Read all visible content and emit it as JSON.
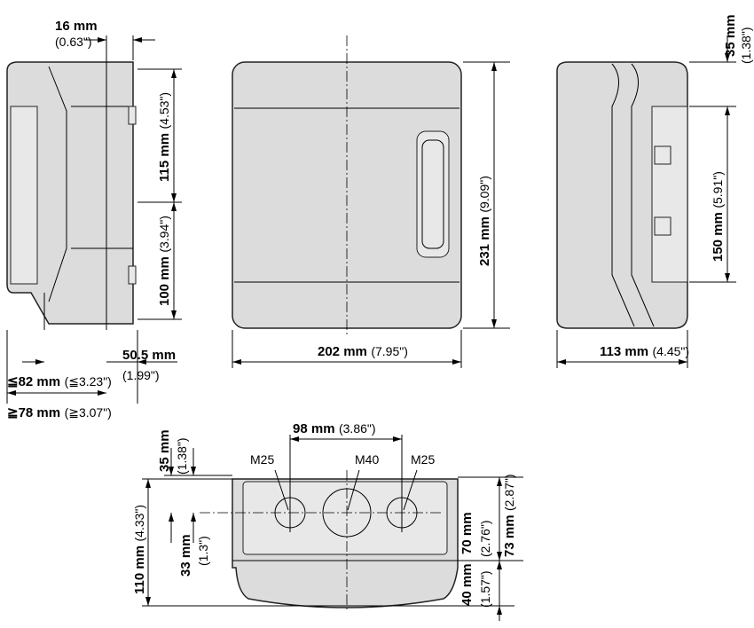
{
  "front": {
    "width": {
      "mm": "202 mm",
      "in": "(7.95\")"
    },
    "height": {
      "mm": "231 mm",
      "in": "(9.09\")"
    }
  },
  "left": {
    "top": {
      "mm": "16 mm",
      "in": "(0.63\")"
    },
    "upper": {
      "mm": "115 mm",
      "in": "(4.53\")"
    },
    "lower": {
      "mm": "100 mm",
      "in": "(3.94\")"
    },
    "depth505": {
      "mm": "50.5 mm",
      "in": "(1.99\")"
    },
    "depth82": {
      "mm": "≦82 mm",
      "in": "(≦3.23\")"
    },
    "depth78": {
      "mm": "≧78 mm",
      "in": "(≧3.07\")"
    }
  },
  "right": {
    "width": {
      "mm": "113 mm",
      "in": "(4.45\")"
    },
    "top": {
      "mm": "35 mm",
      "in": "(1.38\")"
    },
    "rail": {
      "mm": "150 mm",
      "in": "(5.91\")"
    }
  },
  "bottom": {
    "spacing": {
      "mm": "98 mm",
      "in": "(3.86\")"
    },
    "holes": [
      "M25",
      "M40",
      "M25"
    ],
    "total": {
      "mm": "110 mm",
      "in": "(4.33\")"
    },
    "top": {
      "mm": "35 mm",
      "in": "(1.38\")"
    },
    "center": {
      "mm": "33 mm",
      "in": "(1.3\")"
    },
    "d70": {
      "mm": "70 mm",
      "in": "(2.76\")"
    },
    "d73": {
      "mm": "73 mm",
      "in": "(2.87\")"
    },
    "d40": {
      "mm": "40 mm",
      "in": "(1.57\")"
    }
  }
}
